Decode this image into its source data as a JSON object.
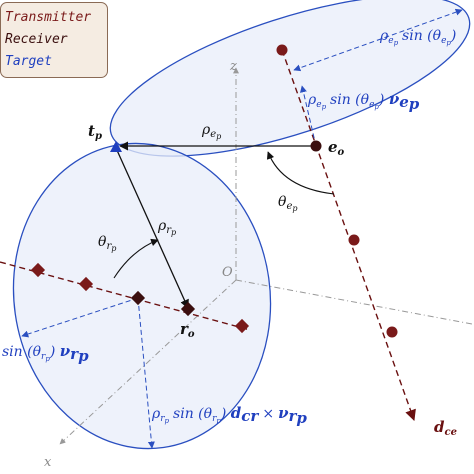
{
  "legend": {
    "transmitter": "Transmitter",
    "receiver": "Receiver",
    "target": "Target"
  },
  "labels": {
    "tp": "t",
    "tp_sub": "p",
    "eo": "e",
    "eo_sub": "o",
    "ro": "r",
    "ro_sub": "o",
    "origin": "O",
    "axis_z": "z",
    "axis_x": "x",
    "rho_ep": "ρ",
    "rho_ep_sub": "e",
    "rho_ep_subsub": "p",
    "theta_ep": "θ",
    "theta_ep_sub": "e",
    "theta_ep_subsub": "p",
    "rho_rp": "ρ",
    "rho_rp_sub": "r",
    "rho_rp_subsub": "p",
    "theta_rp": "θ",
    "theta_rp_sub": "r",
    "theta_rp_subsub": "p",
    "top_right_expr": "ρ",
    "top_right_sin": "sin (θ",
    "mid_expr": "ρ",
    "mid_sin": "sin (θ",
    "mid_nu": "ν",
    "left_sin": "sin (θ",
    "left_nu": "ν",
    "bottom_expr": "ρ",
    "bottom_sin": "sin (θ",
    "bottom_d": "d",
    "bottom_times": "×",
    "bottom_nu": "ν",
    "dce": "d",
    "dce_sub": "ce"
  },
  "colors": {
    "transmitter": "#7a1a1a",
    "receiver": "#3b0f0f",
    "target": "#1f3fbf",
    "ellipse_fill": "#e8eef9",
    "ellipse_stroke": "#2a4fc0",
    "axis": "#999999"
  }
}
